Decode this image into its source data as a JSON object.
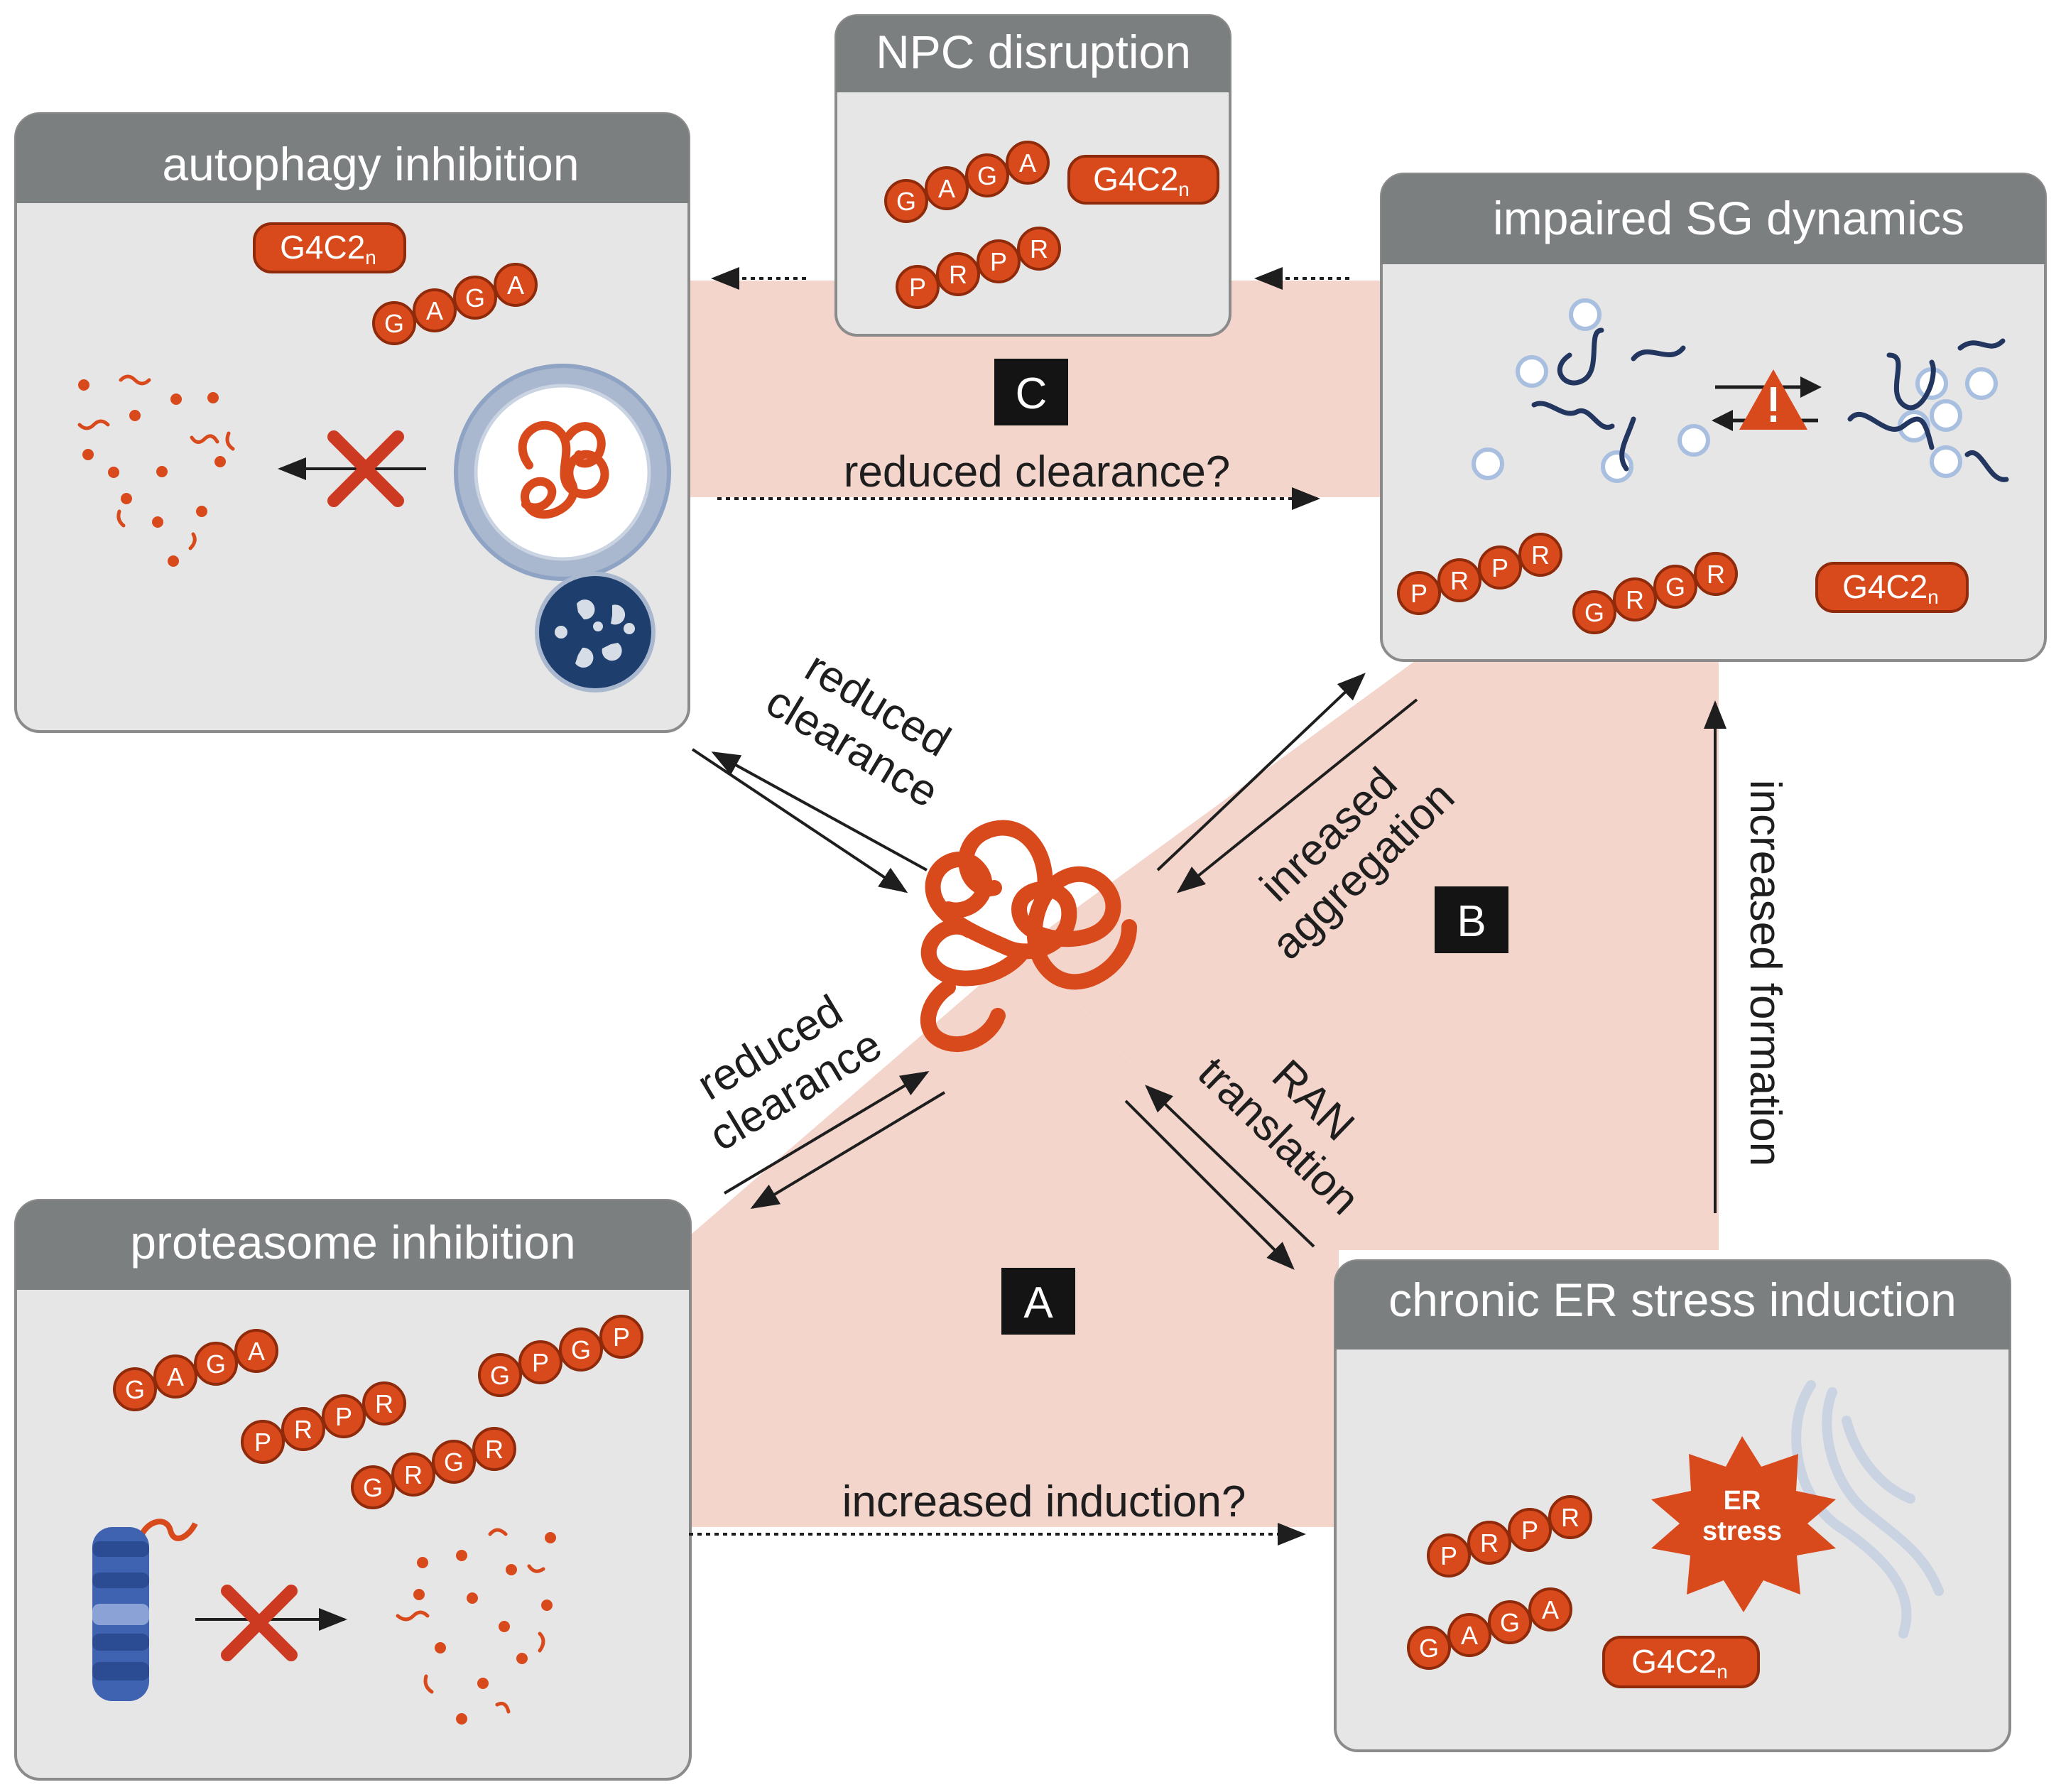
{
  "boxes": {
    "npc": {
      "title": "NPC disruption",
      "peptides": [
        "GAGA",
        "PRPR"
      ],
      "repeat": "G4C2n"
    },
    "autophagy": {
      "title": "autophagy inhibition",
      "peptides": [
        "GAGA"
      ],
      "repeat": "G4C2n"
    },
    "sg": {
      "title": "impaired SG dynamics",
      "peptides": [
        "PRPR",
        "GRGR"
      ],
      "repeat": "G4C2n"
    },
    "proteasome": {
      "title": "proteasome inhibition",
      "peptides": [
        "GAGA",
        "GPGP",
        "PRPR",
        "GRGR"
      ]
    },
    "er": {
      "title": "chronic ER stress induction",
      "peptides": [
        "PRPR",
        "GAGA"
      ],
      "repeat": "G4C2n",
      "burst_line1": "ER",
      "burst_line2": "stress"
    }
  },
  "repeat_base": "G4C2",
  "repeat_sub": "n",
  "markers": {
    "a": "A",
    "b": "B",
    "c": "C"
  },
  "arrows": {
    "top_reduced": "reduced clearance?",
    "bottom_induction": "increased induction?",
    "autophagy_line1": "reduced",
    "autophagy_line2": "clearance",
    "proteasome_line1": "reduced",
    "proteasome_line2": "clearance",
    "aggregation_line1": "inreased",
    "aggregation_line2": "aggregation",
    "ran_line1": "RAN",
    "ran_line2": "translation",
    "formation": "increased formation"
  },
  "colors": {
    "region_fill": "#f4d5cc",
    "panel_fill": "#e6e6e6",
    "panel_header": "#7b7f80",
    "dpr_orange": "#d84a1c",
    "cross_red": "#cc3a22",
    "lysosome_blue": "#1e3f6e",
    "sg_blue": "#23365f",
    "marker_fill": "#141414"
  }
}
